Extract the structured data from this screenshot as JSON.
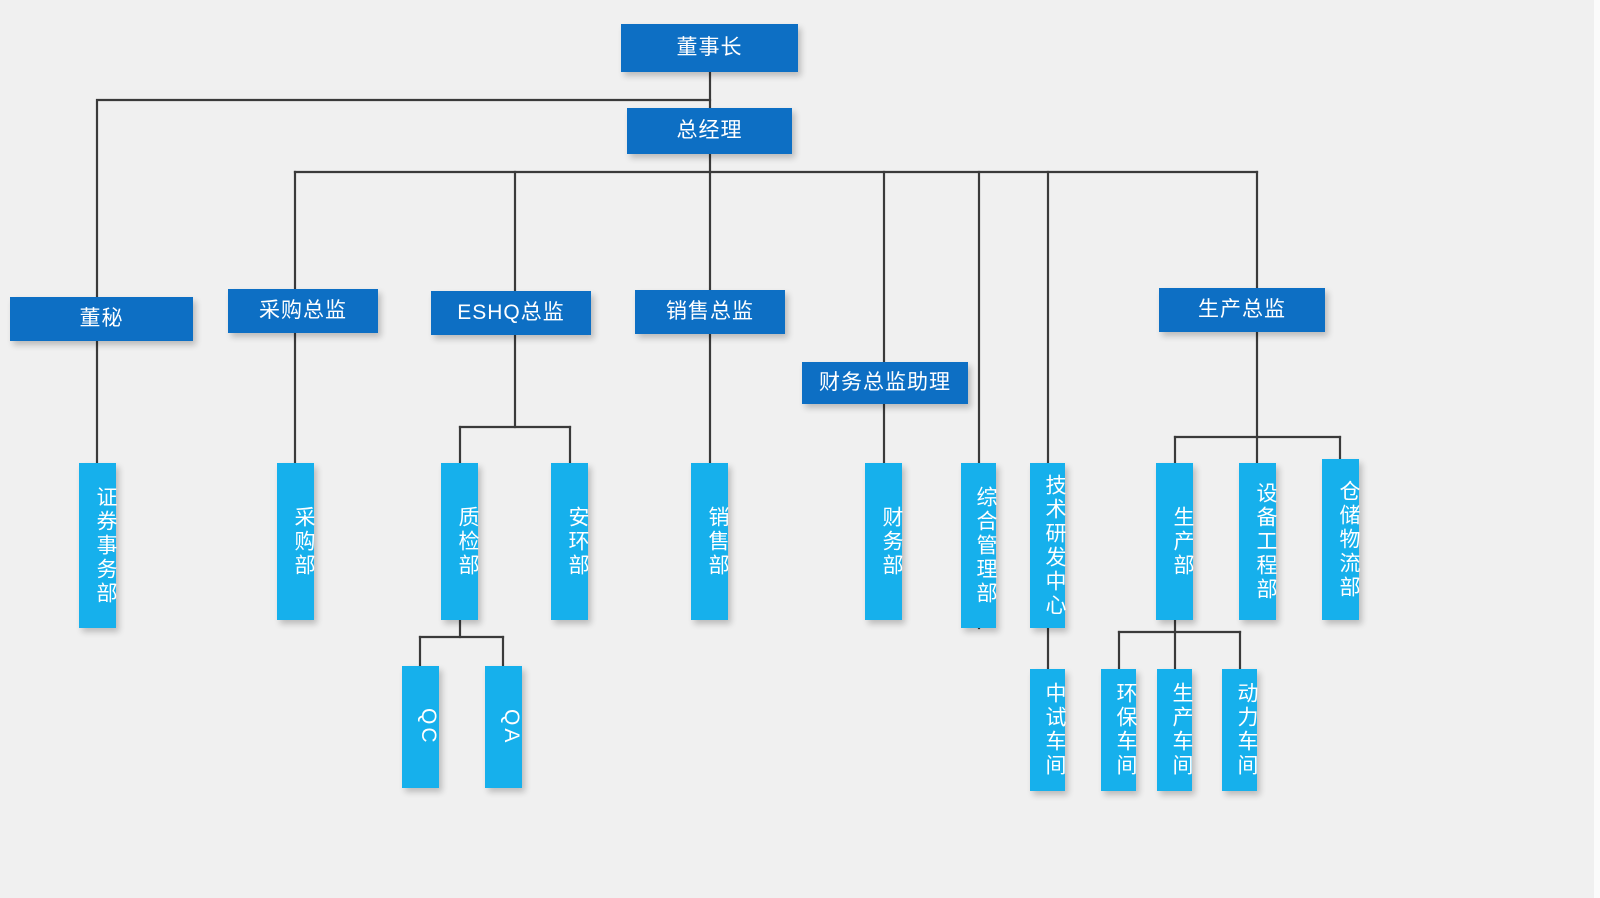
{
  "chart_data": {
    "type": "diagram",
    "diagram_type": "organization-chart",
    "title": "",
    "background_color": "#f0f0f0",
    "node_colors": {
      "executive": "#0d6fc4",
      "department": "#16b0ec",
      "text": "#ffffff",
      "connector": "#3a3a3a"
    },
    "nodes": [
      {
        "id": "chairman",
        "label": "董事长",
        "level": 0,
        "style": "dark",
        "orient": "horizontal"
      },
      {
        "id": "gm",
        "label": "总经理",
        "level": 1,
        "style": "dark",
        "orient": "horizontal"
      },
      {
        "id": "board-secretary",
        "label": "董秘",
        "level": 2,
        "style": "dark",
        "orient": "horizontal"
      },
      {
        "id": "purchasing-dir",
        "label": "采购总监",
        "level": 2,
        "style": "dark",
        "orient": "horizontal"
      },
      {
        "id": "eshq-dir",
        "label": "ESHQ总监",
        "level": 2,
        "style": "dark",
        "orient": "horizontal"
      },
      {
        "id": "sales-dir",
        "label": "销售总监",
        "level": 2,
        "style": "dark",
        "orient": "horizontal"
      },
      {
        "id": "finance-asst",
        "label": "财务总监助理",
        "level": 2,
        "style": "dark",
        "orient": "horizontal"
      },
      {
        "id": "production-dir",
        "label": "生产总监",
        "level": 2,
        "style": "dark",
        "orient": "horizontal"
      },
      {
        "id": "securities-dept",
        "label": "证券事务部",
        "level": 3,
        "style": "light",
        "orient": "vertical"
      },
      {
        "id": "purchasing-dept",
        "label": "采购部",
        "level": 3,
        "style": "light",
        "orient": "vertical"
      },
      {
        "id": "qc-dept",
        "label": "质检部",
        "level": 3,
        "style": "light",
        "orient": "vertical"
      },
      {
        "id": "safety-env-dept",
        "label": "安环部",
        "level": 3,
        "style": "light",
        "orient": "vertical"
      },
      {
        "id": "sales-dept",
        "label": "销售部",
        "level": 3,
        "style": "light",
        "orient": "vertical"
      },
      {
        "id": "finance-dept",
        "label": "财务部",
        "level": 3,
        "style": "light",
        "orient": "vertical"
      },
      {
        "id": "admin-dept",
        "label": "综合管理部",
        "level": 3,
        "style": "light",
        "orient": "vertical"
      },
      {
        "id": "rnd-center",
        "label": "技术研发中心",
        "level": 3,
        "style": "light",
        "orient": "vertical"
      },
      {
        "id": "production-dept",
        "label": "生产部",
        "level": 3,
        "style": "light",
        "orient": "vertical"
      },
      {
        "id": "equipment-dept",
        "label": "设备工程部",
        "level": 3,
        "style": "light",
        "orient": "vertical"
      },
      {
        "id": "warehouse-dept",
        "label": "仓储物流部",
        "level": 3,
        "style": "light",
        "orient": "vertical"
      },
      {
        "id": "qc-team",
        "label": "QC",
        "level": 4,
        "style": "light",
        "orient": "vertical"
      },
      {
        "id": "qa-team",
        "label": "QA",
        "level": 4,
        "style": "light",
        "orient": "vertical"
      },
      {
        "id": "pilot-workshop",
        "label": "中试车间",
        "level": 4,
        "style": "light",
        "orient": "vertical"
      },
      {
        "id": "env-workshop",
        "label": "环保车间",
        "level": 4,
        "style": "light",
        "orient": "vertical"
      },
      {
        "id": "prod-workshop",
        "label": "生产车间",
        "level": 4,
        "style": "light",
        "orient": "vertical"
      },
      {
        "id": "power-workshop",
        "label": "动力车间",
        "level": 4,
        "style": "light",
        "orient": "vertical"
      }
    ],
    "edges": [
      {
        "from": "chairman",
        "to": "gm"
      },
      {
        "from": "chairman",
        "to": "board-secretary"
      },
      {
        "from": "gm",
        "to": "purchasing-dir"
      },
      {
        "from": "gm",
        "to": "eshq-dir"
      },
      {
        "from": "gm",
        "to": "sales-dir"
      },
      {
        "from": "gm",
        "to": "finance-asst"
      },
      {
        "from": "gm",
        "to": "admin-dept"
      },
      {
        "from": "gm",
        "to": "rnd-center"
      },
      {
        "from": "gm",
        "to": "production-dir"
      },
      {
        "from": "board-secretary",
        "to": "securities-dept"
      },
      {
        "from": "purchasing-dir",
        "to": "purchasing-dept"
      },
      {
        "from": "eshq-dir",
        "to": "qc-dept"
      },
      {
        "from": "eshq-dir",
        "to": "safety-env-dept"
      },
      {
        "from": "sales-dir",
        "to": "sales-dept"
      },
      {
        "from": "finance-asst",
        "to": "finance-dept"
      },
      {
        "from": "production-dir",
        "to": "production-dept"
      },
      {
        "from": "production-dir",
        "to": "equipment-dept"
      },
      {
        "from": "production-dir",
        "to": "warehouse-dept"
      },
      {
        "from": "qc-dept",
        "to": "qc-team"
      },
      {
        "from": "qc-dept",
        "to": "qa-team"
      },
      {
        "from": "rnd-center",
        "to": "pilot-workshop"
      },
      {
        "from": "production-dept",
        "to": "env-workshop"
      },
      {
        "from": "production-dept",
        "to": "prod-workshop"
      },
      {
        "from": "production-dept",
        "to": "power-workshop"
      }
    ]
  },
  "nodes": {
    "chairman": "董事长",
    "gm": "总经理",
    "board_secretary": "董秘",
    "purchasing_dir": "采购总监",
    "eshq_dir": "ESHQ总监",
    "sales_dir": "销售总监",
    "finance_asst": "财务总监助理",
    "production_dir": "生产总监",
    "securities_dept": "证券事务部",
    "purchasing_dept": "采购部",
    "qc_dept": "质检部",
    "safety_env_dept": "安环部",
    "sales_dept": "销售部",
    "finance_dept": "财务部",
    "admin_dept": "综合管理部",
    "rnd_center": "技术研发中心",
    "production_dept": "生产部",
    "equipment_dept": "设备工程部",
    "warehouse_dept": "仓储物流部",
    "qc_team": "QC",
    "qa_team": "QA",
    "pilot_workshop": "中试车间",
    "env_workshop": "环保车间",
    "prod_workshop": "生产车间",
    "power_workshop": "动力车间"
  }
}
